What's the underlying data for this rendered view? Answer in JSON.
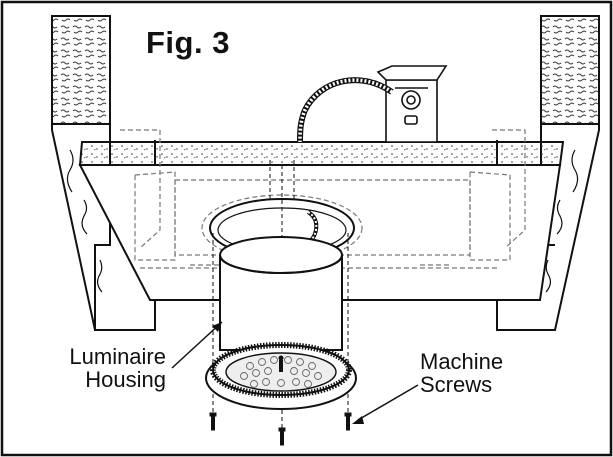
{
  "figure": {
    "title": "Fig. 3",
    "callouts": {
      "housing": [
        "Luminaire",
        "Housing"
      ],
      "screws": [
        "Machine",
        "Screws"
      ]
    }
  },
  "colors": {
    "ink": "#111111",
    "background": "#ffffff",
    "dashed": "#888888",
    "texture": "#444444"
  }
}
